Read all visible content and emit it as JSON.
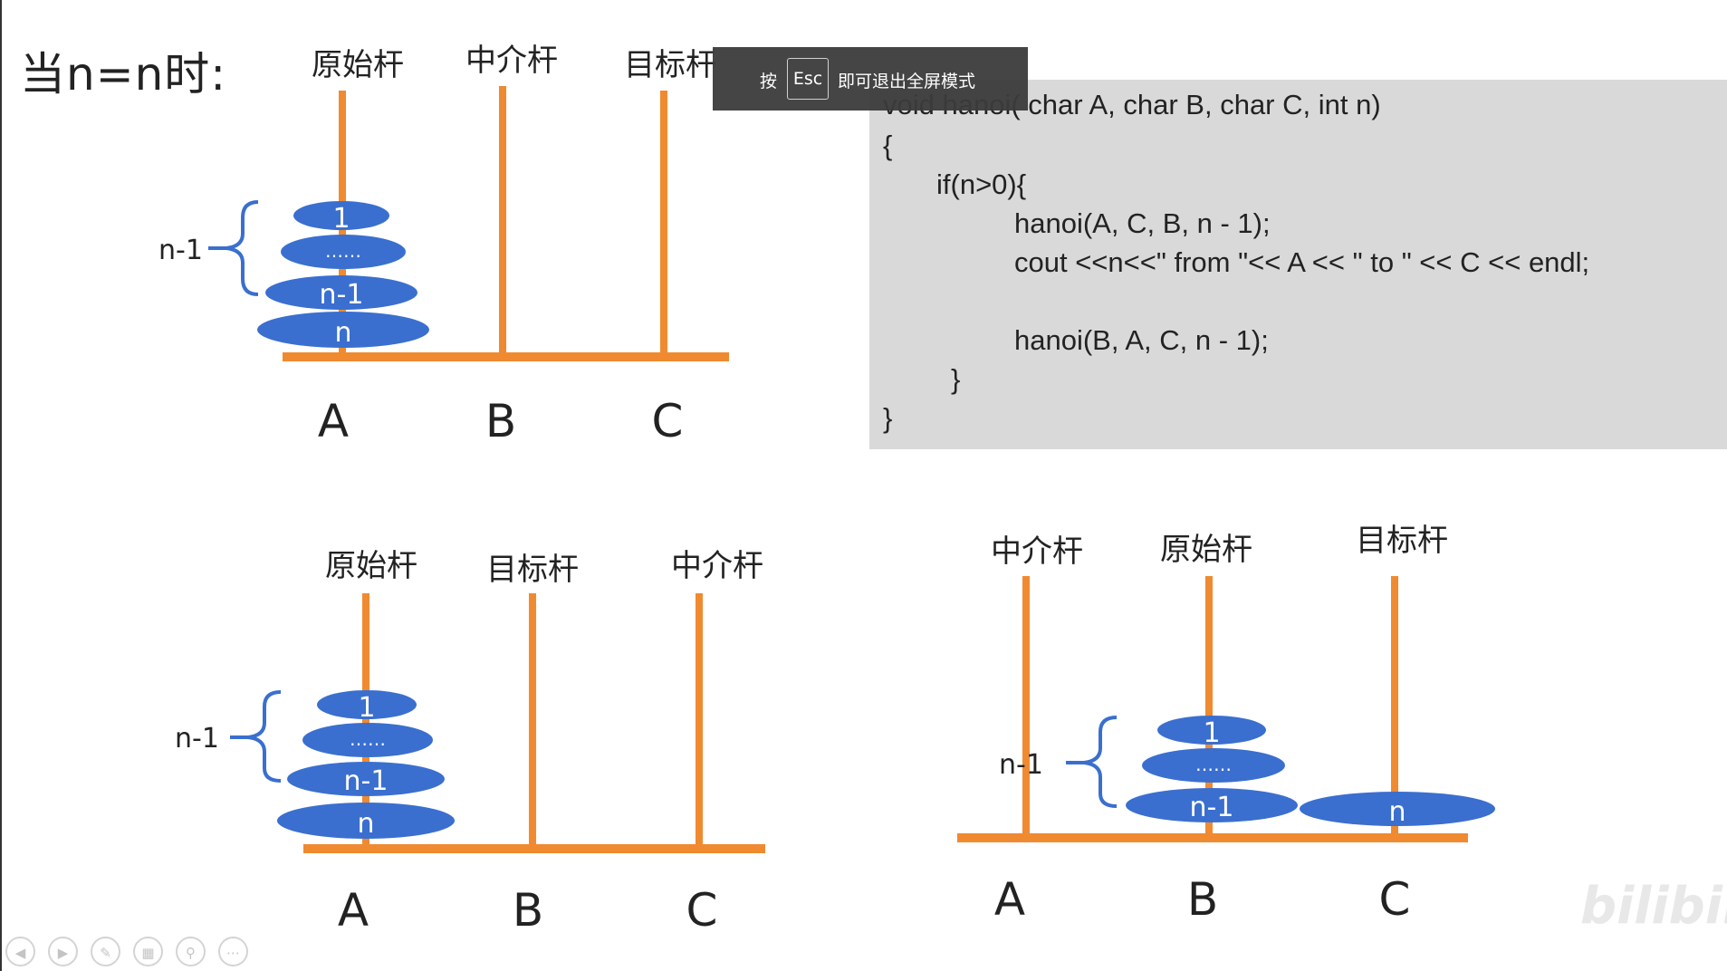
{
  "title": "当n=n时:",
  "toast": {
    "press": "按",
    "esc": "Esc",
    "exit": "即可退出全屏模式"
  },
  "code": [
    "void hanoi( char A, char B, char C, int n)",
    "{",
    "if(n>0){",
    "hanoi(A, C, B, n - 1);",
    "cout <<n<<\" from \"<< A << \" to \" << C << endl;",
    "hanoi(B, A, C, n - 1);",
    "}",
    "}"
  ],
  "diagram_top": {
    "rod_labels": [
      "原始杆",
      "中介杆",
      "目标杆"
    ],
    "base_labels": [
      "A",
      "B",
      "C"
    ],
    "disks": [
      "1",
      "……",
      "n-1",
      "n"
    ],
    "brace_label": "n-1"
  },
  "diagram_bottom_left": {
    "rod_labels": [
      "原始杆",
      "目标杆",
      "中介杆"
    ],
    "base_labels": [
      "A",
      "B",
      "C"
    ],
    "disks": [
      "1",
      "……",
      "n-1",
      "n"
    ],
    "brace_label": "n-1"
  },
  "diagram_bottom_right": {
    "rod_labels": [
      "中介杆",
      "原始杆",
      "目标杆"
    ],
    "base_labels": [
      "A",
      "B",
      "C"
    ],
    "disks": [
      "1",
      "……",
      "n-1",
      "n"
    ],
    "brace_label": "n-1"
  },
  "controls": [
    "prev-icon",
    "next-icon",
    "pen-icon",
    "pages-icon",
    "zoom-icon",
    "more-icon"
  ],
  "logo": "bilibili",
  "colors": {
    "rod": "#f08a30",
    "disk": "#3a6fcf",
    "disk_text": "#ffffff",
    "code_bg": "#d9d9d9"
  }
}
